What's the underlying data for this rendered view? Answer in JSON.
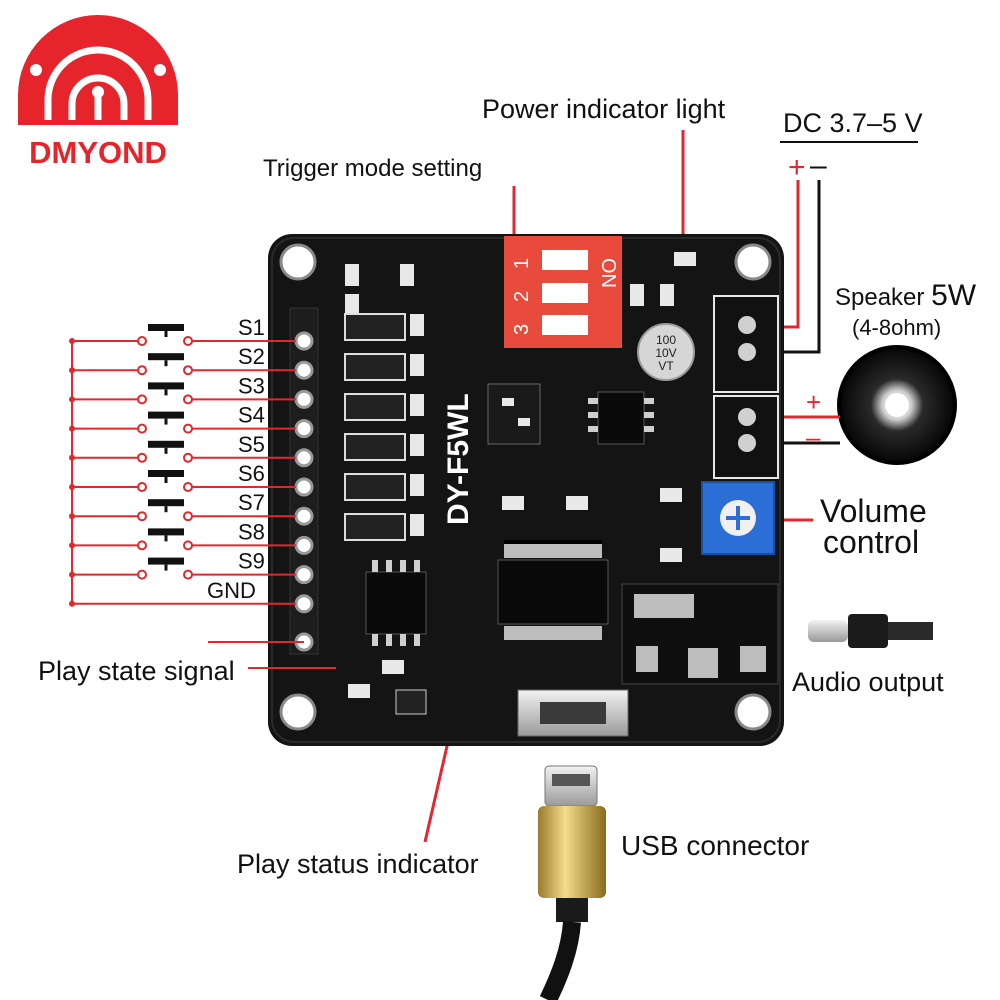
{
  "brand": {
    "name": "DMYOND"
  },
  "board": {
    "model": "DY-F5WL",
    "dip_label": "ON",
    "dip_numbers": [
      "1",
      "2",
      "3"
    ],
    "cap_text": [
      "100",
      "10V",
      "VT"
    ]
  },
  "colors": {
    "brand_red": "#e5242b",
    "pcb_black": "#141414",
    "dip_red": "#e84a3c",
    "wire_red": "#e0282f",
    "pot_blue": "#2b6fd6"
  },
  "labels": {
    "power_indicator": "Power indicator light",
    "trigger_mode": "Trigger mode setting",
    "dc_supply": "DC 3.7–5 V",
    "dc_plus": "+",
    "dc_minus": "–",
    "speaker_prefix": "Speaker",
    "speaker_power": "5W",
    "speaker_impedance": "(4-8ohm)",
    "speaker_plus": "+",
    "speaker_minus": "–",
    "volume_line1": "Volume",
    "volume_line2": "control",
    "audio_output": "Audio output",
    "usb_connector": "USB connector",
    "play_status": "Play status indicator",
    "play_state": "Play state signal"
  },
  "pins": [
    "S1",
    "S2",
    "S3",
    "S4",
    "S5",
    "S6",
    "S7",
    "S8",
    "S9",
    "GND"
  ],
  "icons": [
    "logo-icon",
    "push-button-icon",
    "speaker-icon",
    "audio-plug-icon",
    "usb-cable-icon"
  ]
}
